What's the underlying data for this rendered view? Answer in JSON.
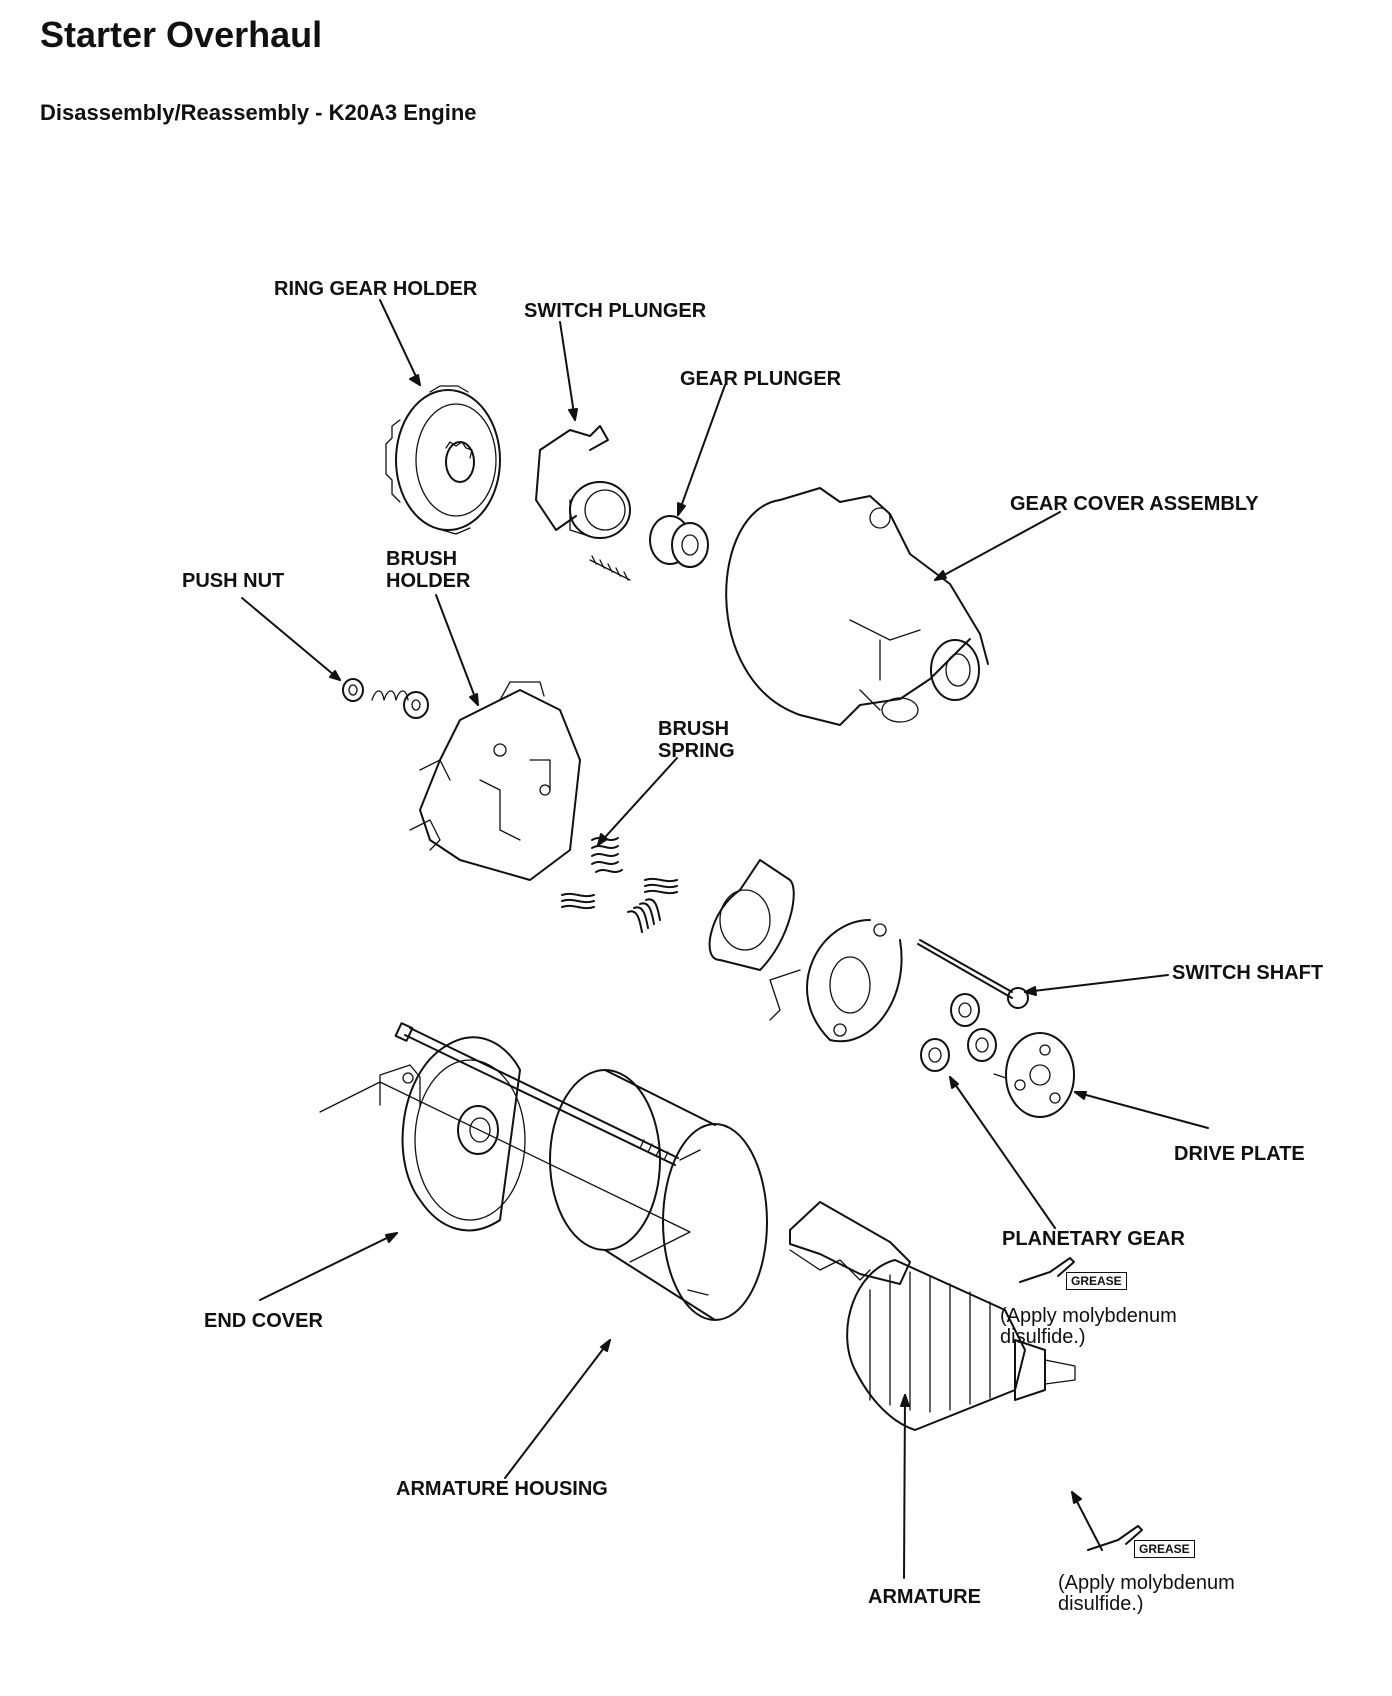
{
  "title": "Starter Overhaul",
  "subtitle": "Disassembly/Reassembly - K20A3 Engine",
  "labels": {
    "ring_gear_holder": "RING GEAR HOLDER",
    "switch_plunger": "SWITCH PLUNGER",
    "gear_plunger": "GEAR PLUNGER",
    "gear_cover_assembly": "GEAR COVER ASSEMBLY",
    "push_nut": "PUSH NUT",
    "brush_holder_1": "BRUSH",
    "brush_holder_2": "HOLDER",
    "brush_spring_1": "BRUSH",
    "brush_spring_2": "SPRING",
    "switch_shaft": "SWITCH SHAFT",
    "drive_plate": "DRIVE PLATE",
    "planetary_gear": "PLANETARY GEAR",
    "end_cover": "END COVER",
    "armature_housing": "ARMATURE HOUSING",
    "armature": "ARMATURE"
  },
  "grease_notes": {
    "planetary": {
      "tag": "GREASE",
      "line1": "(Apply molybdenum",
      "line2": "disulfide.)"
    },
    "armature": {
      "tag": "GREASE",
      "line1": "(Apply molybdenum",
      "line2": "disulfide.)"
    }
  }
}
